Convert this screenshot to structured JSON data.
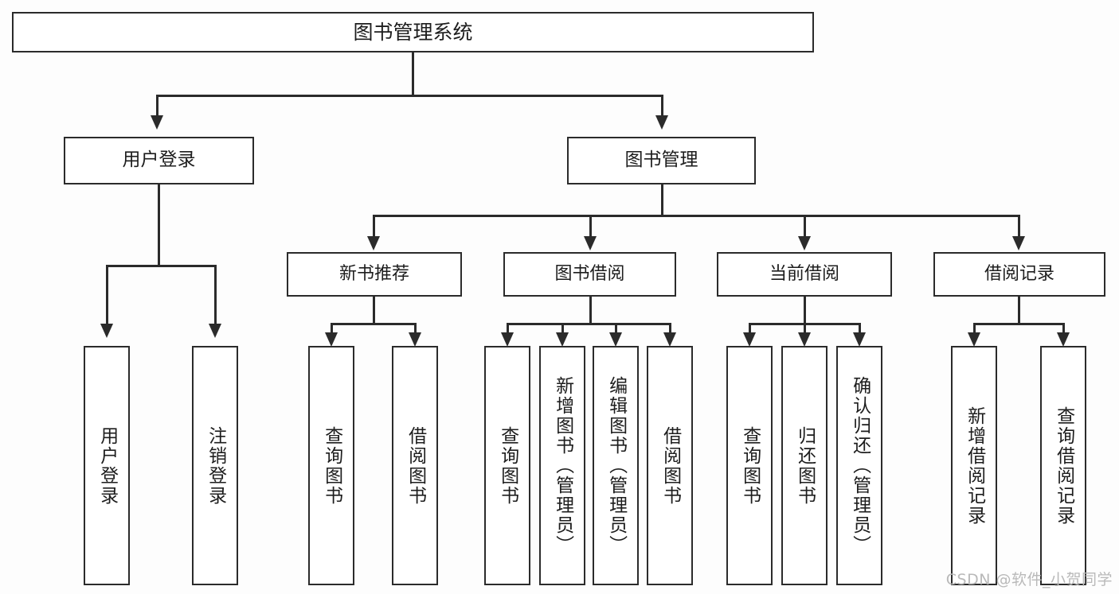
{
  "diagram": {
    "title": "图书管理系统",
    "type": "tree",
    "root": {
      "label": "图书管理系统"
    },
    "level1": [
      {
        "label": "用户登录"
      },
      {
        "label": "图书管理"
      }
    ],
    "level2": [
      {
        "label": "新书推荐"
      },
      {
        "label": "图书借阅"
      },
      {
        "label": "当前借阅"
      },
      {
        "label": "借阅记录"
      }
    ],
    "leaves": {
      "user_login": [
        {
          "label": "用户登录"
        },
        {
          "label": "注销登录"
        }
      ],
      "new_book_recommend": [
        {
          "label": "查询图书"
        },
        {
          "label": "借阅图书"
        }
      ],
      "book_borrow": [
        {
          "label": "查询图书"
        },
        {
          "label": "新增图书（管理员）"
        },
        {
          "label": "编辑图书（管理员）"
        },
        {
          "label": "借阅图书"
        }
      ],
      "current_borrow": [
        {
          "label": "查询图书"
        },
        {
          "label": "归还图书"
        },
        {
          "label": "确认归还（管理员）"
        }
      ],
      "borrow_record": [
        {
          "label": "新增借阅记录"
        },
        {
          "label": "查询借阅记录"
        }
      ]
    }
  },
  "watermark": {
    "text": "CSDN @软件_小贺同学"
  },
  "colors": {
    "stroke": "#2b2b2b",
    "fill": "#ffffff",
    "watermark": "#b9b9b9"
  }
}
